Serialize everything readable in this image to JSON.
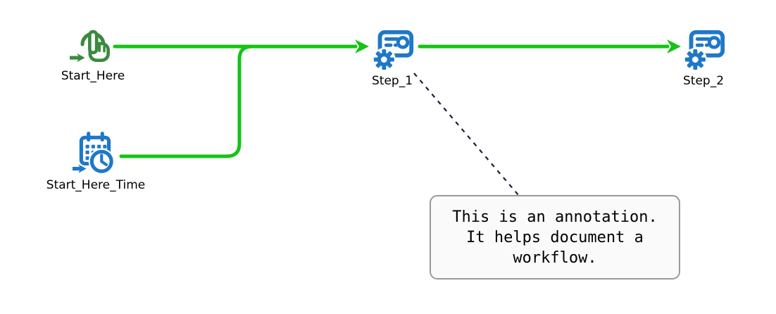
{
  "colors": {
    "edge-green": "#15c414",
    "node-green": "#3a8a3e",
    "node-blue": "#1e78c8",
    "annotation-border": "#9a9a9a",
    "annotation-bg": "#fafafa",
    "annotation-link": "#1d1d3a",
    "label-color": "#000000"
  },
  "nodes": [
    {
      "id": "start_here",
      "label": "Start_Here",
      "icon": "hand-click-icon",
      "role": "manual start trigger"
    },
    {
      "id": "start_here_time",
      "label": "Start_Here_Time",
      "icon": "calendar-clock-icon",
      "role": "scheduled start trigger"
    },
    {
      "id": "step_1",
      "label": "Step_1",
      "icon": "automation-step-icon",
      "role": "workflow step"
    },
    {
      "id": "step_2",
      "label": "Step_2",
      "icon": "automation-step-icon",
      "role": "workflow step"
    }
  ],
  "edges": [
    {
      "from": "Start_Here",
      "to": "Step_1"
    },
    {
      "from": "Start_Here_Time",
      "to": "Step_1"
    },
    {
      "from": "Step_1",
      "to": "Step_2"
    }
  ],
  "annotation": {
    "lines": [
      "This is an annotation.",
      "It helps document a",
      "workflow."
    ],
    "attached_to": "Step_1"
  }
}
